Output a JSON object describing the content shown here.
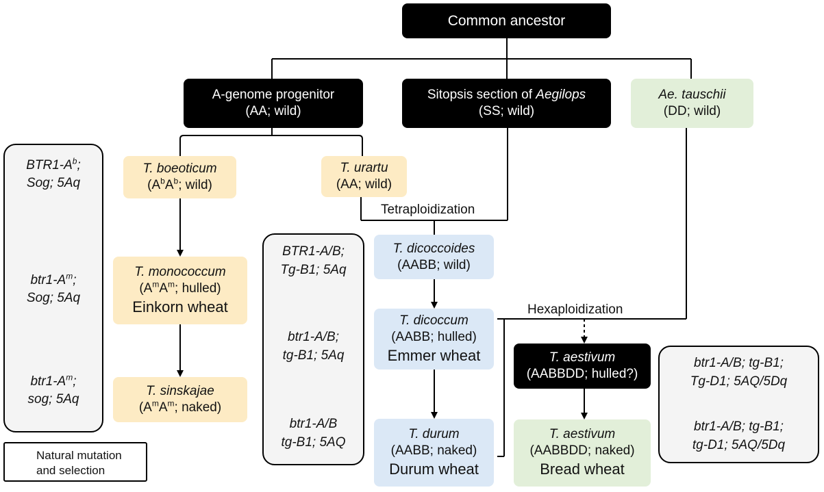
{
  "nodes": {
    "common_ancestor": "Common ancestor",
    "a_genome": {
      "line1": "A-genome progenitor",
      "line2": "(AA; wild)"
    },
    "sitopsis": {
      "line1": "Sitopsis section of ",
      "line1_italic": "Aegilops",
      "line2": "(SS; wild)"
    },
    "ae_tauschii": {
      "line1": "Ae. tauschii",
      "line2": "(DD; wild)"
    },
    "t_boeoticum": {
      "line1": "T. boeoticum",
      "line2_a": "(A",
      "line2_sup1": "b",
      "line2_b": "A",
      "line2_sup2": "b",
      "line2_c": "; wild)"
    },
    "t_urartu": {
      "line1": "T. urartu",
      "line2": "(AA; wild)"
    },
    "t_monococcum": {
      "line1": "T. monococcum",
      "line2_a": "(A",
      "line2_sup1": "m",
      "line2_b": "A",
      "line2_sup2": "m",
      "line2_c": "; hulled)",
      "common": "Einkorn wheat"
    },
    "t_sinskajae": {
      "line1": "T. sinskajae",
      "line2_a": "(A",
      "line2_sup1": "m",
      "line2_b": "A",
      "line2_sup2": "m",
      "line2_c": "; naked)"
    },
    "t_dicoccoides": {
      "line1": "T. dicoccoides",
      "line2": "(AABB; wild)"
    },
    "t_dicoccum": {
      "line1": "T. dicoccum",
      "line2": "(AABB; hulled)",
      "common": "Emmer wheat"
    },
    "t_durum": {
      "line1": "T. durum",
      "line2": "(AABB; naked)",
      "common": "Durum wheat"
    },
    "t_aestivum_hulled": {
      "line1": "T. aestivum",
      "line2": "(AABBDD; hulled?)"
    },
    "t_aestivum_naked": {
      "line1": "T. aestivum",
      "line2": "(AABBDD; naked)",
      "common": "Bread wheat"
    }
  },
  "labels": {
    "tetraploidization": "Tetraploidization",
    "hexaploidization": "Hexaploidization"
  },
  "gene_boxes": {
    "einkorn": {
      "s1_l1_a": "BTR1-A",
      "s1_l1_sup": "b",
      "s1_l1_b": ";",
      "s1_l2": "Sog; 5Aq",
      "s2_l1_a": "btr1-A",
      "s2_l1_sup": "m",
      "s2_l1_b": ";",
      "s2_l2": "Sog; 5Aq",
      "s3_l1_a": "btr1-A",
      "s3_l1_sup": "m",
      "s3_l1_b": ";",
      "s3_l2": "sog; 5Aq"
    },
    "tetraploid": {
      "s1_l1": "BTR1-A/B;",
      "s1_l2": "Tg-B1; 5Aq",
      "s2_l1": "btr1-A/B;",
      "s2_l2": "tg-B1; 5Aq",
      "s3_l1": "btr1-A/B",
      "s3_l2": "tg-B1; 5AQ"
    },
    "hexaploid": {
      "s1_l1": "btr1-A/B; tg-B1;",
      "s1_l2": "Tg-D1; 5AQ/5Dq",
      "s2_l1": "btr1-A/B; tg-B1;",
      "s2_l2": "tg-D1; 5AQ/5Dq"
    }
  },
  "legend": {
    "line1": "Natural mutation",
    "line2": "and selection"
  },
  "colors": {
    "black": "#000000",
    "yellow": "#fdebc4",
    "blue": "#dbe8f6",
    "green": "#e2efd9",
    "gray": "#f4f4f4"
  }
}
